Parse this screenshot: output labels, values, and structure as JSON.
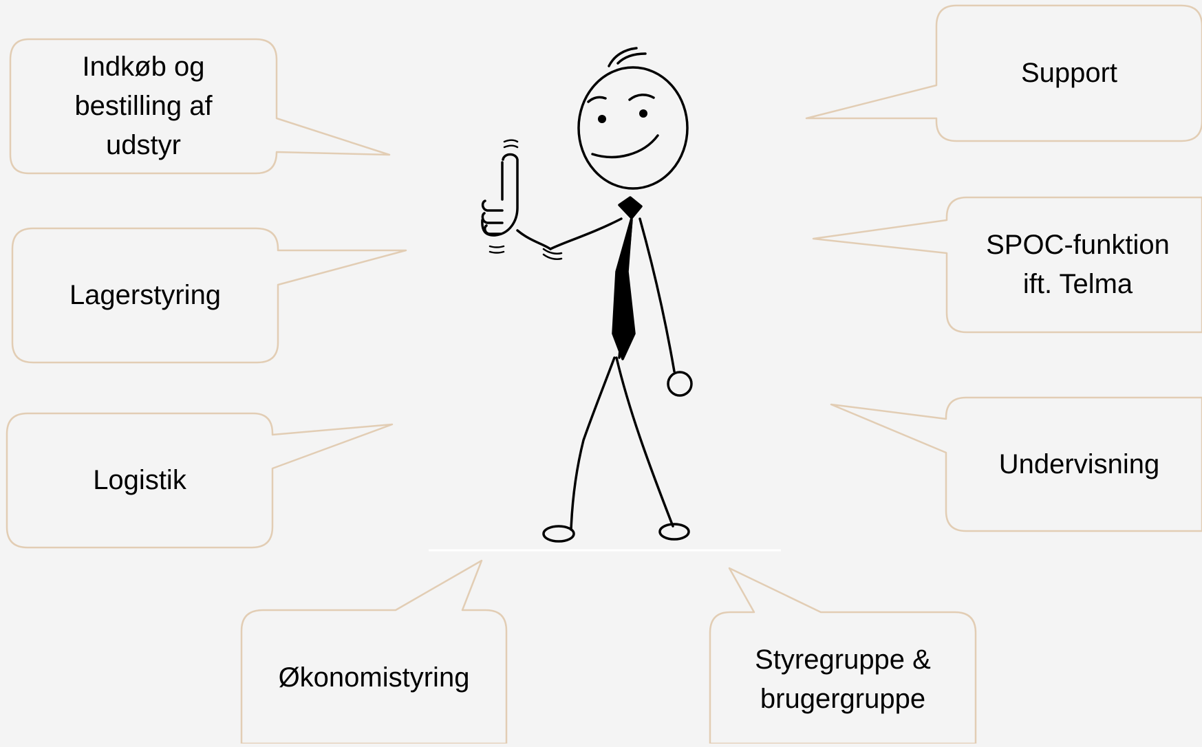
{
  "callouts": {
    "indkob": "Indkøb og\nbestilling af\nudstyr",
    "lagerstyring": "Lagerstyring",
    "logistik": "Logistik",
    "okonomistyring": "Økonomistyring",
    "support": "Support",
    "spoc": "SPOC-funktion\nift. Telma",
    "undervisning": "Undervisning",
    "styregruppe": "Styregruppe &\nbrugergruppe"
  },
  "colors": {
    "background": "#f4f4f4",
    "bubble_border": "#e2cdb4",
    "ink": "#000000"
  },
  "figure": {
    "icon": "stick-figure-thumbs-up-icon"
  }
}
